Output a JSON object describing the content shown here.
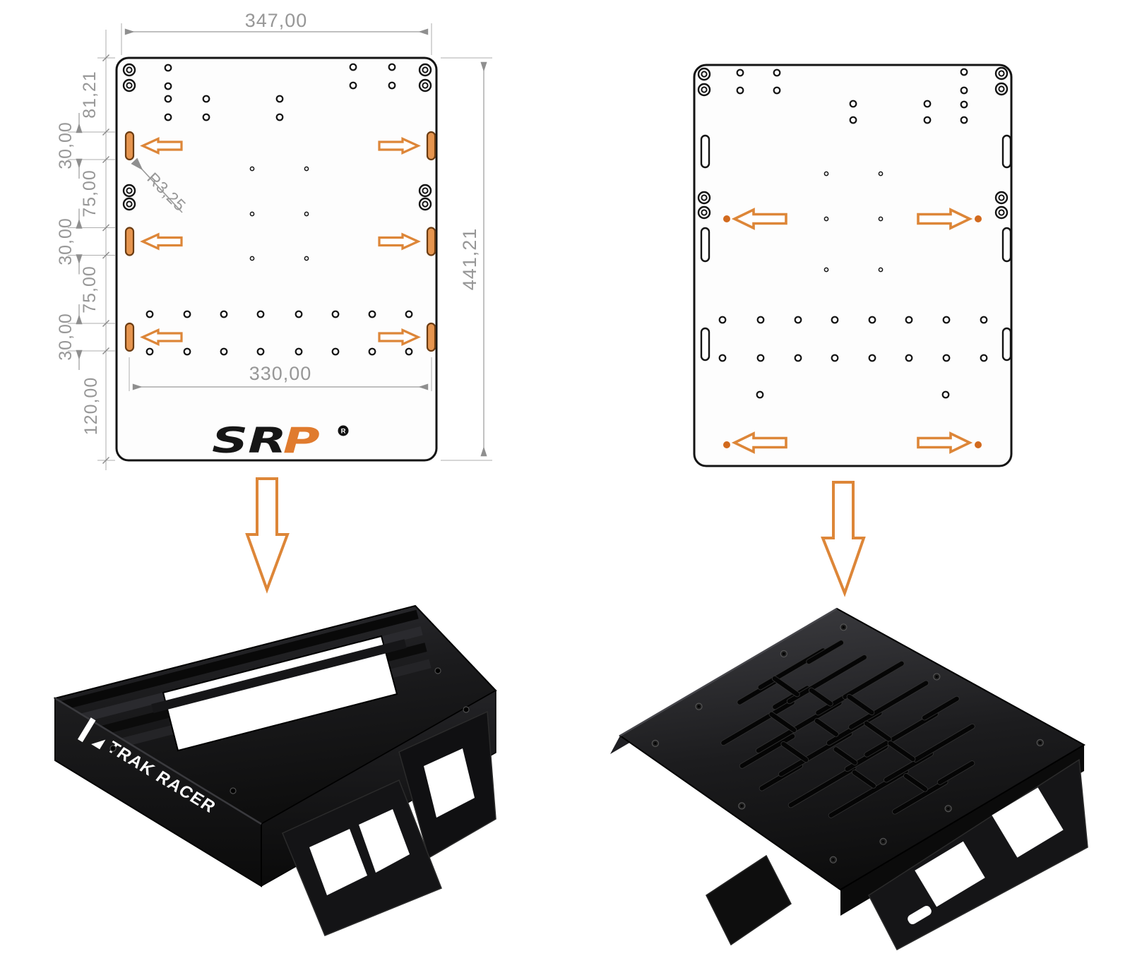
{
  "colors": {
    "accent_orange": "#DD8638",
    "slot_fill": "#E6954F",
    "hole_dot_orange": "#D26A1E",
    "drawing_line": "#141414",
    "dimension_gray": "#979797",
    "photo_black": "#141414"
  },
  "drawings": {
    "left": {
      "dims": {
        "width": "347,00",
        "height": "441,21",
        "hole_span": "330,00",
        "top_offset": "81,21",
        "slot_1": "30,00",
        "gap_1": "75,00",
        "slot_2": "30,00",
        "gap_2": "75,00",
        "slot_3": "30,00",
        "bottom_offset": "120,00",
        "radius": "R3,25"
      },
      "logo": {
        "left": "SR",
        "right": "P",
        "reg": "R"
      }
    }
  },
  "photos": {
    "left": {
      "brand": "TRAK RACER"
    }
  }
}
